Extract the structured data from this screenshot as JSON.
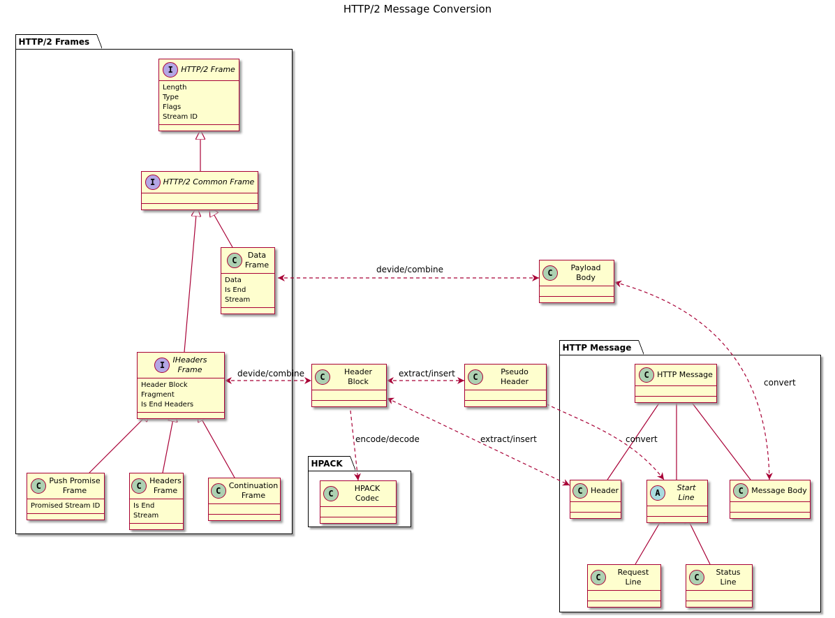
{
  "title": "HTTP/2 Message Conversion",
  "packages": {
    "frames": "HTTP/2 Frames",
    "hpack": "HPACK",
    "message": "HTTP Message"
  },
  "classes": {
    "http2_frame": {
      "badge": "I",
      "name": "HTTP/2 Frame",
      "attrs": [
        "Length",
        "Type",
        "Flags",
        "Stream ID"
      ]
    },
    "common_frame": {
      "badge": "I",
      "name": "HTTP/2 Common Frame",
      "attrs": []
    },
    "data_frame": {
      "badge": "C",
      "name": "Data\nFrame",
      "attrs": [
        "Data",
        "Is End Stream"
      ]
    },
    "iheaders_frame": {
      "badge": "I",
      "name": "IHeaders\nFrame",
      "attrs": [
        "Header Block Fragment",
        "Is End Headers"
      ]
    },
    "push_promise": {
      "badge": "C",
      "name": "Push Promise\nFrame",
      "attrs": [
        "Promised Stream ID"
      ]
    },
    "headers_frame": {
      "badge": "C",
      "name": "Headers\nFrame",
      "attrs": [
        "Is End Stream"
      ]
    },
    "continuation": {
      "badge": "C",
      "name": "Continuation\nFrame",
      "attrs": []
    },
    "header_block": {
      "badge": "C",
      "name": "Header Block",
      "attrs": []
    },
    "pseudo_header": {
      "badge": "C",
      "name": "Pseudo Header",
      "attrs": []
    },
    "payload_body": {
      "badge": "C",
      "name": "Payload Body",
      "attrs": []
    },
    "hpack_codec": {
      "badge": "C",
      "name": "HPACK Codec",
      "attrs": []
    },
    "http_message": {
      "badge": "C",
      "name": "HTTP Message",
      "attrs": []
    },
    "header": {
      "badge": "C",
      "name": "Header",
      "attrs": []
    },
    "start_line": {
      "badge": "A",
      "name": "Start Line",
      "attrs": []
    },
    "message_body": {
      "badge": "C",
      "name": "Message Body",
      "attrs": []
    },
    "request_line": {
      "badge": "C",
      "name": "Request Line",
      "attrs": []
    },
    "status_line": {
      "badge": "C",
      "name": "Status Line",
      "attrs": []
    }
  },
  "edge_labels": {
    "data_payload": "devide/combine",
    "iheaders_block": "devide/combine",
    "block_pseudo": "extract/insert",
    "block_codec": "encode/decode",
    "block_header": "extract/insert",
    "pseudo_start": "convert",
    "payload_body": "convert"
  },
  "colors": {
    "class_fill": "#FEFECE",
    "class_border": "#A80036",
    "badge_class": "#ADD1B2",
    "badge_interface": "#B4A7E5",
    "badge_abstract": "#A9DCDF"
  }
}
